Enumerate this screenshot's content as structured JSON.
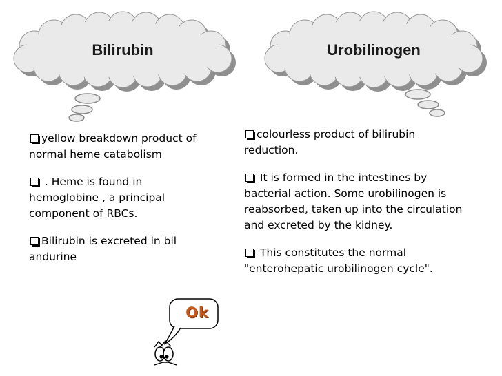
{
  "clouds": {
    "left_title": "Bilirubin",
    "right_title": "Urobilinogen"
  },
  "left_column": {
    "items": [
      {
        "bullet": true,
        "text": "yellow breakdown product of normal heme catabolism"
      },
      {
        "bullet": true,
        "text": " . Heme is found in hemoglobine , a principal component of RBCs."
      },
      {
        "bullet": true,
        "text": "Bilirubin is excreted in bil andurine"
      }
    ]
  },
  "right_column": {
    "items": [
      {
        "bullet": true,
        "text": "colourless product of bilirubin reduction."
      },
      {
        "bullet": true,
        "text": " It is formed in the intestines by bacterial action. Some urobilinogen is reabsorbed, taken up into the circulation and excreted by the kidney."
      },
      {
        "bullet": true,
        "text": " This constitutes the normal \"enterohepatic urobilinogen cycle\"."
      }
    ]
  },
  "ok_bubble": {
    "label": "Ok"
  },
  "colors": {
    "cloud_fill": "#eaeaea",
    "cloud_shadow": "#8f8f8f",
    "ok_text": "#c4581a"
  },
  "icons": [
    "thought-cloud-icon",
    "square-bullet-icon",
    "cartoon-eyes-icon"
  ]
}
